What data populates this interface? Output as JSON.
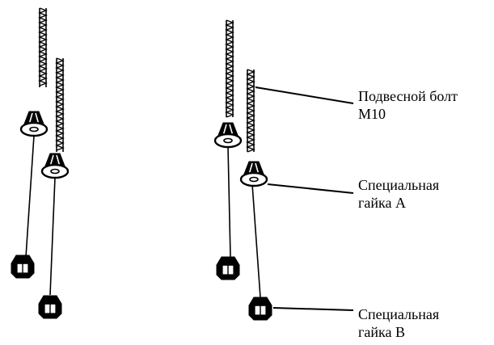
{
  "labels": {
    "suspension_bolt": {
      "line1": "Подвесной болт",
      "line2": "M10"
    },
    "special_nut_a": {
      "line1": "Специальная",
      "line2": "гайка A"
    },
    "special_nut_b": {
      "line1": "Специальная",
      "line2": "гайка B"
    }
  },
  "colors": {
    "ink": "#000000",
    "background": "#ffffff"
  }
}
